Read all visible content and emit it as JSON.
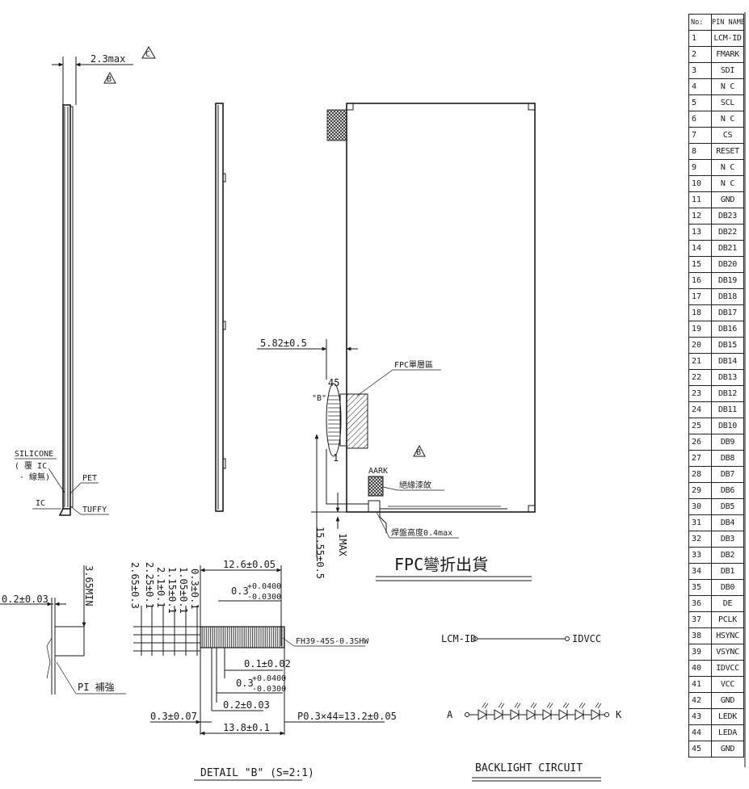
{
  "pin_table": {
    "header_no": "No:",
    "header_name": "PIN NAME",
    "rows": [
      {
        "no": "1",
        "name": "LCM-ID"
      },
      {
        "no": "2",
        "name": "FMARK"
      },
      {
        "no": "3",
        "name": "SDI"
      },
      {
        "no": "4",
        "name": "N C"
      },
      {
        "no": "5",
        "name": "SCL"
      },
      {
        "no": "6",
        "name": "N C"
      },
      {
        "no": "7",
        "name": "CS"
      },
      {
        "no": "8",
        "name": "RESET"
      },
      {
        "no": "9",
        "name": "N C"
      },
      {
        "no": "10",
        "name": "N C"
      },
      {
        "no": "11",
        "name": "GND"
      },
      {
        "no": "12",
        "name": "DB23"
      },
      {
        "no": "13",
        "name": "DB22"
      },
      {
        "no": "14",
        "name": "DB21"
      },
      {
        "no": "15",
        "name": "DB20"
      },
      {
        "no": "16",
        "name": "DB19"
      },
      {
        "no": "17",
        "name": "DB18"
      },
      {
        "no": "18",
        "name": "DB17"
      },
      {
        "no": "19",
        "name": "DB16"
      },
      {
        "no": "20",
        "name": "DB15"
      },
      {
        "no": "21",
        "name": "DB14"
      },
      {
        "no": "22",
        "name": "DB13"
      },
      {
        "no": "23",
        "name": "DB12"
      },
      {
        "no": "24",
        "name": "DB11"
      },
      {
        "no": "25",
        "name": "DB10"
      },
      {
        "no": "26",
        "name": "DB9"
      },
      {
        "no": "27",
        "name": "DB8"
      },
      {
        "no": "28",
        "name": "DB7"
      },
      {
        "no": "29",
        "name": "DB6"
      },
      {
        "no": "30",
        "name": "DB5"
      },
      {
        "no": "31",
        "name": "DB4"
      },
      {
        "no": "32",
        "name": "DB3"
      },
      {
        "no": "33",
        "name": "DB2"
      },
      {
        "no": "34",
        "name": "DB1"
      },
      {
        "no": "35",
        "name": "DB0"
      },
      {
        "no": "36",
        "name": "DE"
      },
      {
        "no": "37",
        "name": "PCLK"
      },
      {
        "no": "38",
        "name": "HSYNC"
      },
      {
        "no": "39",
        "name": "VSYNC"
      },
      {
        "no": "40",
        "name": "IDVCC"
      },
      {
        "no": "41",
        "name": "VCC"
      },
      {
        "no": "42",
        "name": "GND"
      },
      {
        "no": "43",
        "name": "LEDK"
      },
      {
        "no": "44",
        "name": "LEDA"
      },
      {
        "no": "45",
        "name": "GND"
      }
    ]
  },
  "side_view": {
    "thickness_dim": "2.3max",
    "rev_mark_c": "C",
    "rev_mark_b": "B",
    "label_silicone": "SILICONE",
    "label_silicone_note1": "( 覆  IC",
    "label_silicone_note2": "· 線無)",
    "label_pet": "PET",
    "label_ic": "IC",
    "label_tuffy": "TUFFY"
  },
  "front_view": {
    "fpc_width_dim": "5.82±0.5",
    "fpc_single_layer": "FPC單層區",
    "pin_45": "45",
    "pin_1": "1",
    "detail_ref": "\"B\"",
    "insulation_label": "絕緣漆敀",
    "aark_label": "AARK",
    "rev_mark_b": "B",
    "solder_height": "焊盤高度0.4max",
    "dim_1max": "1MAX",
    "dim_15_55": "15.55±0.5",
    "fpc_bend": "FPC彎折出貨"
  },
  "pi_detail": {
    "dim_0_2": "0.2±0.03",
    "dim_3_65": "3.65MIN",
    "label_pi": "PI 補強"
  },
  "detail_b": {
    "dim_12_6": "12.6±0.05",
    "dim_0_3_tol": "0.3",
    "tol_plus": "+0.0400",
    "tol_minus": "-0.0300",
    "dim_2_65": "2.65±0.3",
    "dim_2_25": "2.25±0.1",
    "dim_2_1": "2.1±0.1",
    "dim_1_15": "1.15±0.1",
    "dim_1_05": "1.05±0.1",
    "dim_0_3_v": "0.3±0.1",
    "connector": "FH39-45S-0.3SHW",
    "dim_0_1": "0.1±0.02",
    "dim_0_3_b": "0.3",
    "dim_0_2_b": "0.2±0.03",
    "dim_0_3_07": "0.3±0.07",
    "dim_pitch": "P0.3×44=13.2±0.05",
    "dim_13_8": "13.8±0.1",
    "title": "DETAIL \"B\" (S=2:1)"
  },
  "backlight": {
    "lcm_id": "LCM-ID",
    "idvcc": "IDVCC",
    "anode": "A",
    "cathode": "K",
    "title": "BACKLIGHT CIRCUIT"
  }
}
